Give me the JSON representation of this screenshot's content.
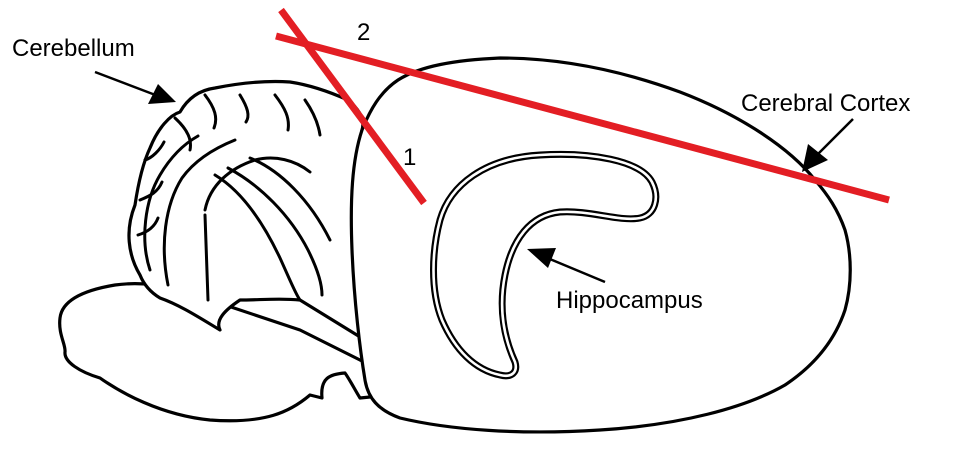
{
  "labels": {
    "cerebellum": "Cerebellum",
    "cerebral_cortex": "Cerebral Cortex",
    "hippocampus": "Hippocampus",
    "cut_1": "1",
    "cut_2": "2"
  },
  "colors": {
    "cut_line": "#e31e24",
    "outline": "#000000",
    "background": "#ffffff"
  }
}
